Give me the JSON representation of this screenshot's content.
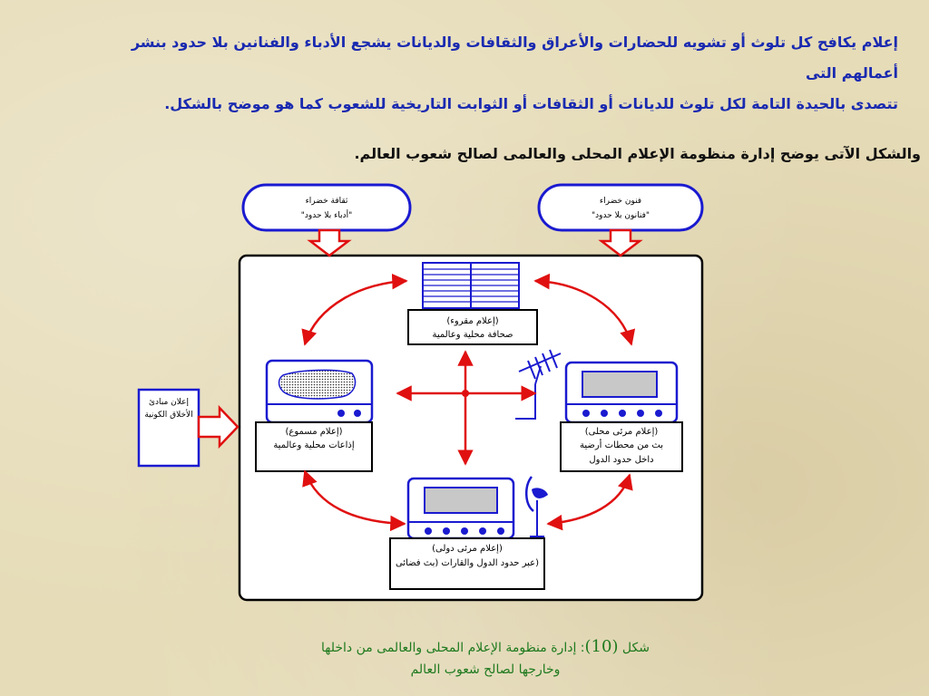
{
  "intro": {
    "line1": "إعلام يكافح كل تلوث أو تشويه للحضارات والأعراق والثقافات والديانات يشجع الأدباء والفنانين بلا حدود بنشر أعمالهم التى",
    "line2": "تتصدى بالحيدة التامة لكل تلوث للديانات أو الثقافات أو الثوابت التاريخية للشعوب كما هو موضح بالشكل."
  },
  "lead": "والشكل الآتى يوضح إدارة منظومة الإعلام المحلى والعالمى لصالح شعوب العالم.",
  "diagram": {
    "left_pill": {
      "line1": "ثقافة خضراء",
      "line2": "\"أدباء بلا حدود\""
    },
    "right_pill": {
      "line1": "فنون خضراء",
      "line2": "\"فنانون بلا حدود\""
    },
    "side_note": {
      "line1": "إعلان مبادئ",
      "line2": "الأخلاق الكونية"
    },
    "print_box": {
      "line1": "(إعلام مقروء)",
      "line2": "صحافة محلية وعالمية"
    },
    "radio_box": {
      "line1": "(إعلام مسموع)",
      "line2": "إذاعات محلية وعالمية"
    },
    "local_tv_box": {
      "line1": "(إعلام مرئى محلى)",
      "line2": "بث من محطات أرضية",
      "line3": "داخل حدود الدول"
    },
    "intl_tv_box": {
      "line1": "(إعلام مرئى دولى)",
      "line2": "(عبر حدود الدول والقارات (بث فضائى"
    }
  },
  "caption": {
    "prefix": "شكل",
    "number": "(10)",
    "line1_rest": ": إدارة منظومة الإعلام المحلى والعالمى من داخلها",
    "line2": "وخارجها لصالح شعوب العالم"
  },
  "colors": {
    "blue": "#1a1ad0",
    "red": "#e01010",
    "text_blue": "#1a2ab0",
    "caption_green": "#1e7a1e"
  }
}
